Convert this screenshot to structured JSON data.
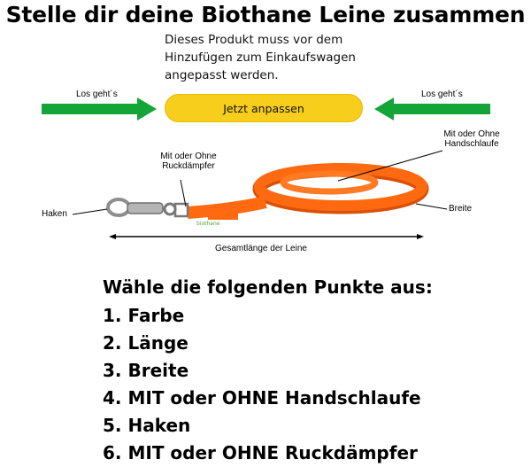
{
  "title": "Stelle dir deine Biothane Leine zusammen",
  "notice": {
    "line1": "Dieses Produkt muss vor dem",
    "line2": "Hinzufügen zum Einkaufswagen",
    "line3": "angepasst werden."
  },
  "cta_label": "Jetzt anpassen",
  "arrow_left_label": "Los geht´s",
  "arrow_right_label": "Los geht´s",
  "diagram": {
    "ruckdaempfer_line1": "Mit oder Ohne",
    "ruckdaempfer_line2": "Ruckdämpfer",
    "handschlaufe_line1": "Mit oder Ohne",
    "handschlaufe_line2": "Handschlaufe",
    "haken": "Haken",
    "breite": "Breite",
    "gesamtlaenge": "Gesamtlänge der Leine"
  },
  "steps": {
    "heading": "Wähle die folgenden Punkte aus:",
    "items": [
      "1. Farbe",
      "2. Länge",
      "3. Breite",
      "4. MIT oder OHNE Handschlaufe",
      "5. Haken",
      "6. MIT oder OHNE Ruckdämpfer"
    ]
  },
  "colors": {
    "arrow_green": "#13a538",
    "button_yellow": "#f7ce1c",
    "leash_orange": "#ff6a10"
  }
}
